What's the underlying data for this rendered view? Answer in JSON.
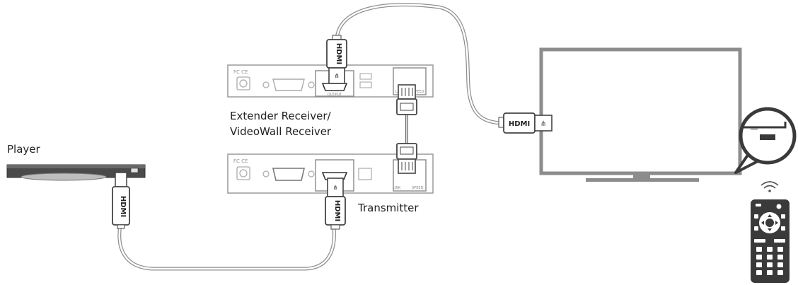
{
  "labels": {
    "player": "Player",
    "receiver_line1": "Extender Receiver/",
    "receiver_line2": "VideoWall Receiver",
    "transmitter": "Transmitter"
  },
  "hdmi_text": "HDMI",
  "panel_text": {
    "fc_ce": "FC CE",
    "output": "OUTPUT",
    "link": "LINK",
    "speed": "SPEED"
  },
  "colors": {
    "line": "#555555",
    "cable": "#9a9a9a",
    "light_fill": "#f4f4f4",
    "tv_frame": "#8c8c8c",
    "dark": "#3a3a3a"
  },
  "icons": [
    "player-device",
    "receiver-unit",
    "transmitter-unit",
    "tv-display",
    "remote-control",
    "wifi-icon",
    "hdmi-connector",
    "ethernet-connector"
  ]
}
